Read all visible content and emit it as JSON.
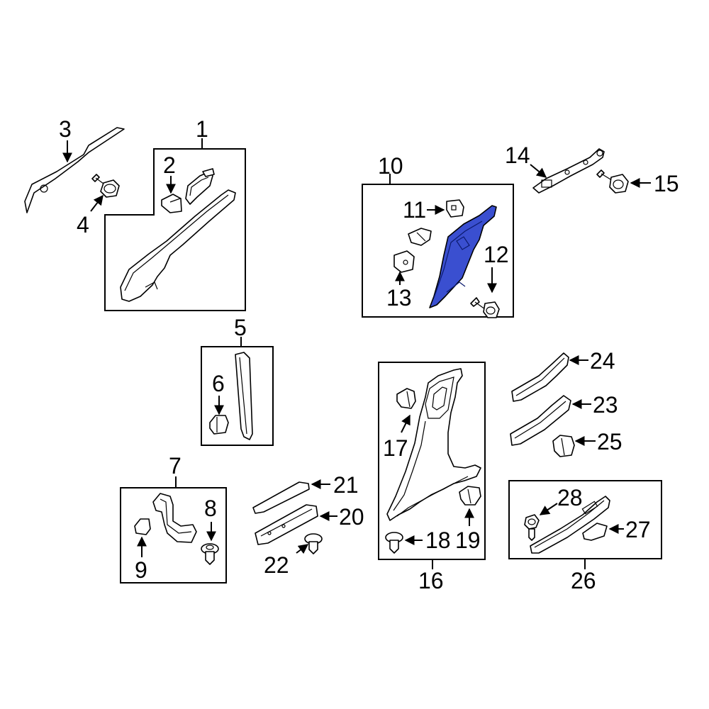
{
  "callouts": {
    "c1": "1",
    "c2": "2",
    "c3": "3",
    "c4": "4",
    "c5": "5",
    "c6": "6",
    "c7": "7",
    "c8": "8",
    "c9": "9",
    "c10": "10",
    "c11": "11",
    "c12": "12",
    "c13": "13",
    "c14": "14",
    "c15": "15",
    "c16": "16",
    "c17": "17",
    "c18": "18",
    "c19": "19",
    "c20": "20",
    "c21": "21",
    "c22": "22",
    "c23": "23",
    "c24": "24",
    "c25": "25",
    "c26": "26",
    "c27": "27",
    "c28": "28"
  },
  "colors": {
    "highlight": "#3a4fd0",
    "line": "#000000",
    "background": "#ffffff"
  },
  "highlighted_callout": "10"
}
